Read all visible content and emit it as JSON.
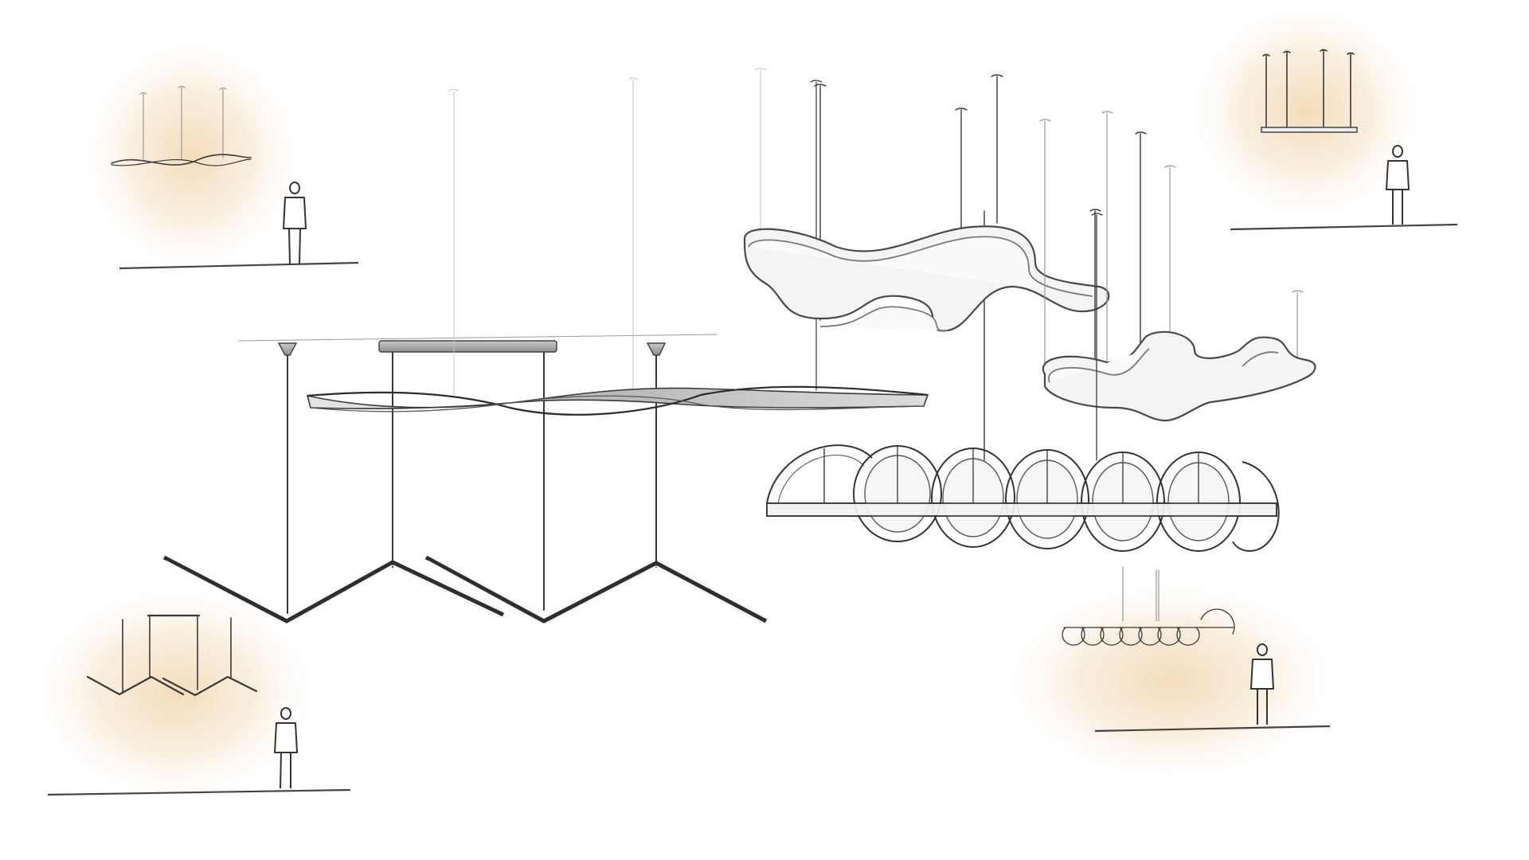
{
  "scene": {
    "background_color": "#ffffff",
    "glow_color": "#f3dcb8",
    "pencil_color": "#3a3a3a"
  },
  "sketches": [
    {
      "name": "twisted-ribbon-pendant"
    },
    {
      "name": "zigzag-linear-pendant"
    },
    {
      "name": "organic-loop-pendant-large"
    },
    {
      "name": "organic-loop-pendant-small"
    },
    {
      "name": "spiral-ring-linear-pendant"
    }
  ],
  "vignettes": [
    {
      "name": "ribbon-scale-vignette"
    },
    {
      "name": "zigzag-scale-vignette"
    },
    {
      "name": "linear-bar-scale-vignette"
    },
    {
      "name": "spiral-scale-vignette"
    }
  ]
}
